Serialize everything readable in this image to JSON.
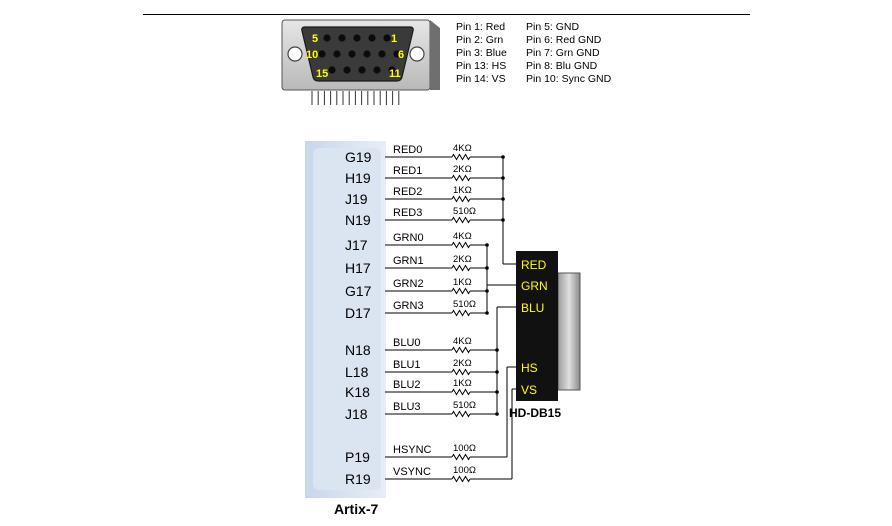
{
  "connector_pins": {
    "pin_numbers": [
      "5",
      "1",
      "10",
      "6",
      "15",
      "11"
    ],
    "legend_left": [
      "Pin 1: Red",
      "Pin 2: Grn",
      "Pin 3: Blue",
      "Pin 13: HS",
      "Pin 14: VS"
    ],
    "legend_right": [
      "Pin 5: GND",
      "Pin 6: Red GND",
      "Pin 7: Grn GND",
      "Pin 8: Blu GND",
      "Pin 10: Sync GND"
    ]
  },
  "fpga": {
    "label": "Artix-7",
    "pins": [
      {
        "pin": "G19",
        "net": "RED0",
        "res": "4KΩ"
      },
      {
        "pin": "H19",
        "net": "RED1",
        "res": "2KΩ"
      },
      {
        "pin": "J19",
        "net": "RED2",
        "res": "1KΩ"
      },
      {
        "pin": "N19",
        "net": "RED3",
        "res": "510Ω"
      },
      {
        "pin": "J17",
        "net": "GRN0",
        "res": "4KΩ"
      },
      {
        "pin": "H17",
        "net": "GRN1",
        "res": "2KΩ"
      },
      {
        "pin": "G17",
        "net": "GRN2",
        "res": "1KΩ"
      },
      {
        "pin": "D17",
        "net": "GRN3",
        "res": "510Ω"
      },
      {
        "pin": "N18",
        "net": "BLU0",
        "res": "4KΩ"
      },
      {
        "pin": "L18",
        "net": "BLU1",
        "res": "2KΩ"
      },
      {
        "pin": "K18",
        "net": "BLU2",
        "res": "1KΩ"
      },
      {
        "pin": "J18",
        "net": "BLU3",
        "res": "510Ω"
      },
      {
        "pin": "P19",
        "net": "HSYNC",
        "res": "100Ω"
      },
      {
        "pin": "R19",
        "net": "VSYNC",
        "res": "100Ω"
      }
    ]
  },
  "connector": {
    "label": "HD-DB15",
    "signals": [
      "RED",
      "GRN",
      "BLU",
      "HS",
      "VS"
    ],
    "signal_color": "#ffff00"
  }
}
